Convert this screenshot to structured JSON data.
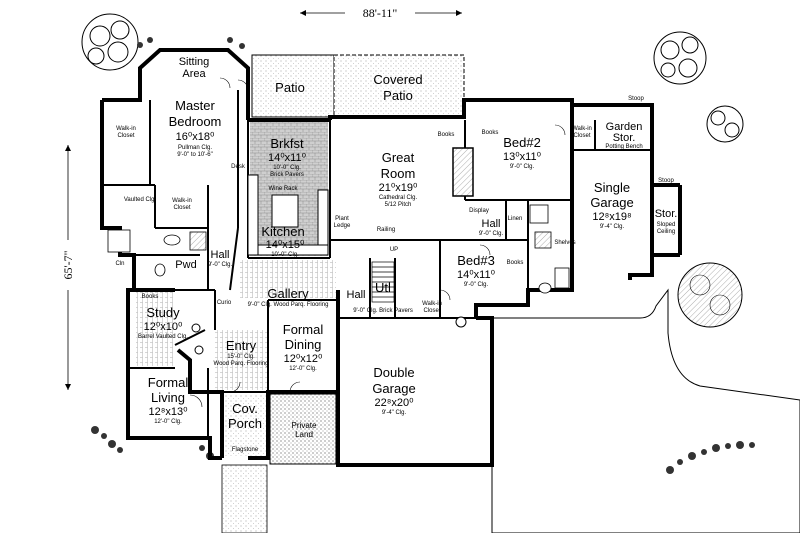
{
  "overall": {
    "width": "88'-11\"",
    "depth": "65'-7\""
  },
  "rooms": {
    "sitting": {
      "name1": "Sitting",
      "name2": "Area"
    },
    "master": {
      "name1": "Master",
      "name2": "Bedroom",
      "dims": "16⁰x18⁰",
      "note1": "Pullman Clg.",
      "note2": "9'-0\" to 10'-6\""
    },
    "patio": {
      "name": "Patio"
    },
    "covered_patio": {
      "name1": "Covered",
      "name2": "Patio"
    },
    "brkfst": {
      "name": "Brkfst",
      "dims": "14⁰x11⁰",
      "note1": "10'-0\" Clg.",
      "note2": "Brick Pavers"
    },
    "kitchen": {
      "name": "Kitchen",
      "dims": "14⁰x15⁰",
      "note": "10'-0\" Clg.",
      "wine": "Wine Rack"
    },
    "great_room": {
      "name1": "Great",
      "name2": "Room",
      "dims": "21⁰x19⁰",
      "note1": "Cathedral Clg.",
      "note2": "5/12 Pitch"
    },
    "bed2": {
      "name": "Bed#2",
      "dims": "13⁰x11⁰",
      "note": "9'-0\" Clg."
    },
    "garden": {
      "name1": "Garden",
      "name2": "Stor.",
      "note": "Potting Bench"
    },
    "single_garage": {
      "name1": "Single",
      "name2": "Garage",
      "dims": "12⁸x19⁸",
      "note": "9'-4\" Clg."
    },
    "stor": {
      "name": "Stor.",
      "note1": "Sloped",
      "note2": "Ceiling"
    },
    "bed3": {
      "name": "Bed#3",
      "dims": "14⁰x11⁰",
      "note": "9'-0\" Clg."
    },
    "hall_right": {
      "name": "Hall",
      "note": "9'-0\" Clg."
    },
    "hall_left": {
      "name": "Hall",
      "note": "9'-0\" Clg."
    },
    "hall_mid": {
      "name": "Hall"
    },
    "gallery": {
      "name": "Gallery",
      "note": "9'-0\" Clg. Wood Parq. Flooring"
    },
    "utl": {
      "name": "Utl",
      "note": "9'-0\" Clg. Brick Pavers"
    },
    "pwd": {
      "name": "Pwd"
    },
    "study": {
      "name": "Study",
      "dims": "12⁰x10⁰",
      "note": "Barrel Vaulted Clg."
    },
    "entry": {
      "name": "Entry",
      "note1": "15'-0\" Clg.",
      "note2": "Wood Parq. Flooring"
    },
    "formal_dining": {
      "name1": "Formal",
      "name2": "Dining",
      "dims": "12⁰x12⁰",
      "note": "12'-0\" Clg."
    },
    "double_garage": {
      "name1": "Double",
      "name2": "Garage",
      "dims": "22⁸x20⁰",
      "note": "9'-4\" Clg."
    },
    "formal_living": {
      "name1": "Formal",
      "name2": "Living",
      "dims": "12⁸x13⁰",
      "note": "12'-0\" Clg."
    },
    "cov_porch": {
      "name1": "Cov.",
      "name2": "Porch",
      "note": "Flagstone"
    },
    "private": {
      "name1": "Private",
      "name2": "Land"
    },
    "walkin_left": {
      "name1": "Walk-in",
      "name2": "Closet"
    },
    "walkin_mid": {
      "name1": "Walk-in",
      "name2": "Closet"
    },
    "walkin_right": {
      "name1": "Walk-in",
      "name2": "Closet"
    },
    "walkin_bed2": {
      "name1": "Walk-in",
      "name2": "Closet"
    },
    "vaulted": {
      "note": "Vaulted Clg."
    },
    "plant_ledge": {
      "name1": "Plant",
      "name2": "Ledge"
    },
    "misc": {
      "books1": "Books",
      "books2": "Books",
      "books3": "Books",
      "books4": "Books",
      "desk": "Desk",
      "railing": "Railing",
      "display": "Display",
      "linen": "Linen",
      "shelves": "Shelves",
      "stoop1": "Stoop",
      "stoop2": "Stoop",
      "curio": "Curio",
      "cln": "Cln",
      "up": "UP"
    }
  }
}
